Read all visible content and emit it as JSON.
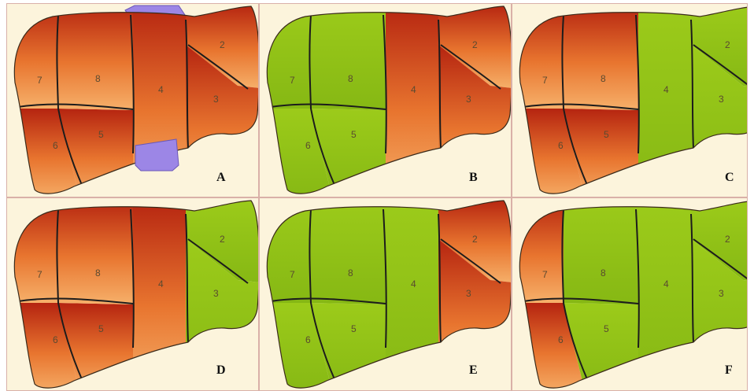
{
  "colors": {
    "background": "#fcf4dc",
    "border": "#d9b0a8",
    "green": "#9ccb1a",
    "green_dark": "#86b814",
    "vessel": "#9c86e6",
    "outline": "#222222"
  },
  "panels": [
    {
      "label": "A",
      "vessel": true,
      "segments": {
        "7": "orange",
        "8": "orange",
        "4": "orange",
        "2": "orange",
        "3": "orange",
        "6": "orange",
        "5": "orange"
      }
    },
    {
      "label": "B",
      "vessel": false,
      "segments": {
        "7": "green",
        "8": "green",
        "4": "orange",
        "2": "orange",
        "3": "orange",
        "6": "green",
        "5": "green"
      }
    },
    {
      "label": "C",
      "vessel": false,
      "segments": {
        "7": "orange",
        "8": "orange",
        "4": "green",
        "2": "green",
        "3": "green",
        "6": "orange",
        "5": "orange"
      }
    },
    {
      "label": "D",
      "vessel": false,
      "segments": {
        "7": "orange",
        "8": "orange",
        "4": "orange",
        "2": "green",
        "3": "green",
        "6": "orange",
        "5": "orange"
      }
    },
    {
      "label": "E",
      "vessel": false,
      "segments": {
        "7": "green",
        "8": "green",
        "4": "green",
        "2": "orange",
        "3": "orange",
        "6": "green",
        "5": "green"
      }
    },
    {
      "label": "F",
      "vessel": false,
      "segments": {
        "7": "orange",
        "8": "green",
        "4": "green",
        "2": "green",
        "3": "green",
        "6": "orange",
        "5": "green"
      }
    }
  ]
}
